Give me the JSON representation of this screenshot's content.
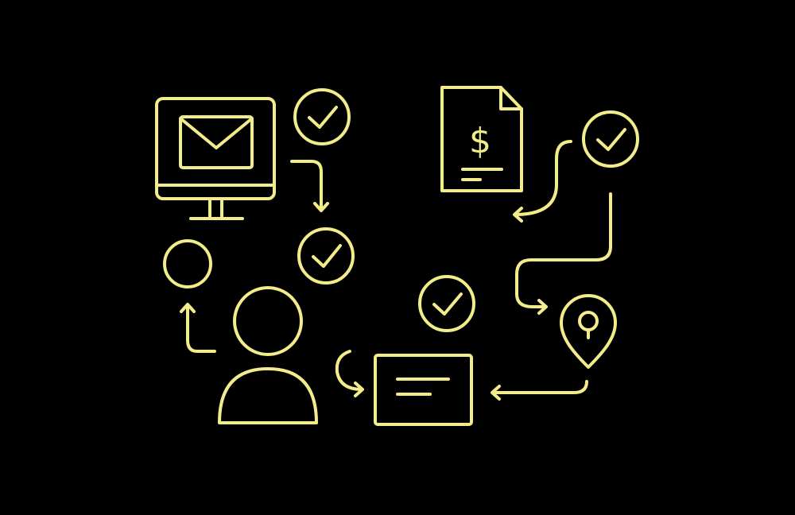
{
  "palette": {
    "background": "#000000",
    "stroke": "#F2EC8A"
  },
  "icons": {
    "computer": "computer-monitor-with-envelope",
    "invoice": "invoice-document-dollar",
    "user": "person-user",
    "card": "card-document",
    "location": "location-pin",
    "check": "check-circle"
  },
  "invoice": {
    "currency_symbol": "$"
  }
}
